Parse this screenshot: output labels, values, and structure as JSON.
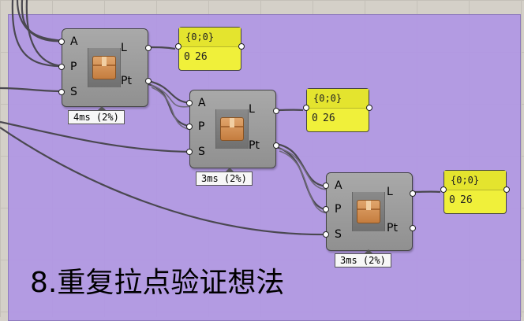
{
  "components": [
    {
      "id": "c1",
      "inputs": [
        "A",
        "P",
        "S"
      ],
      "outputs": [
        "L",
        "Pt"
      ],
      "icon": "box-icon",
      "timing": "4ms (2%)",
      "panel": {
        "header": "{0;0}",
        "index": "0",
        "value": "26"
      }
    },
    {
      "id": "c2",
      "inputs": [
        "A",
        "P",
        "S"
      ],
      "outputs": [
        "L",
        "Pt"
      ],
      "icon": "box-icon",
      "timing": "3ms (2%)",
      "panel": {
        "header": "{0;0}",
        "index": "0",
        "value": "26"
      }
    },
    {
      "id": "c3",
      "inputs": [
        "A",
        "P",
        "S"
      ],
      "outputs": [
        "L",
        "Pt"
      ],
      "icon": "box-icon",
      "timing": "3ms (2%)",
      "panel": {
        "header": "{0;0}",
        "index": "0",
        "value": "26"
      }
    }
  ],
  "caption": "8.重复拉点验证想法",
  "colors": {
    "canvas": "#d4d0c8",
    "group": "#b096e4",
    "component": "#a0a0a0",
    "panel": "#f0f03a",
    "wire": "#4a4850"
  }
}
